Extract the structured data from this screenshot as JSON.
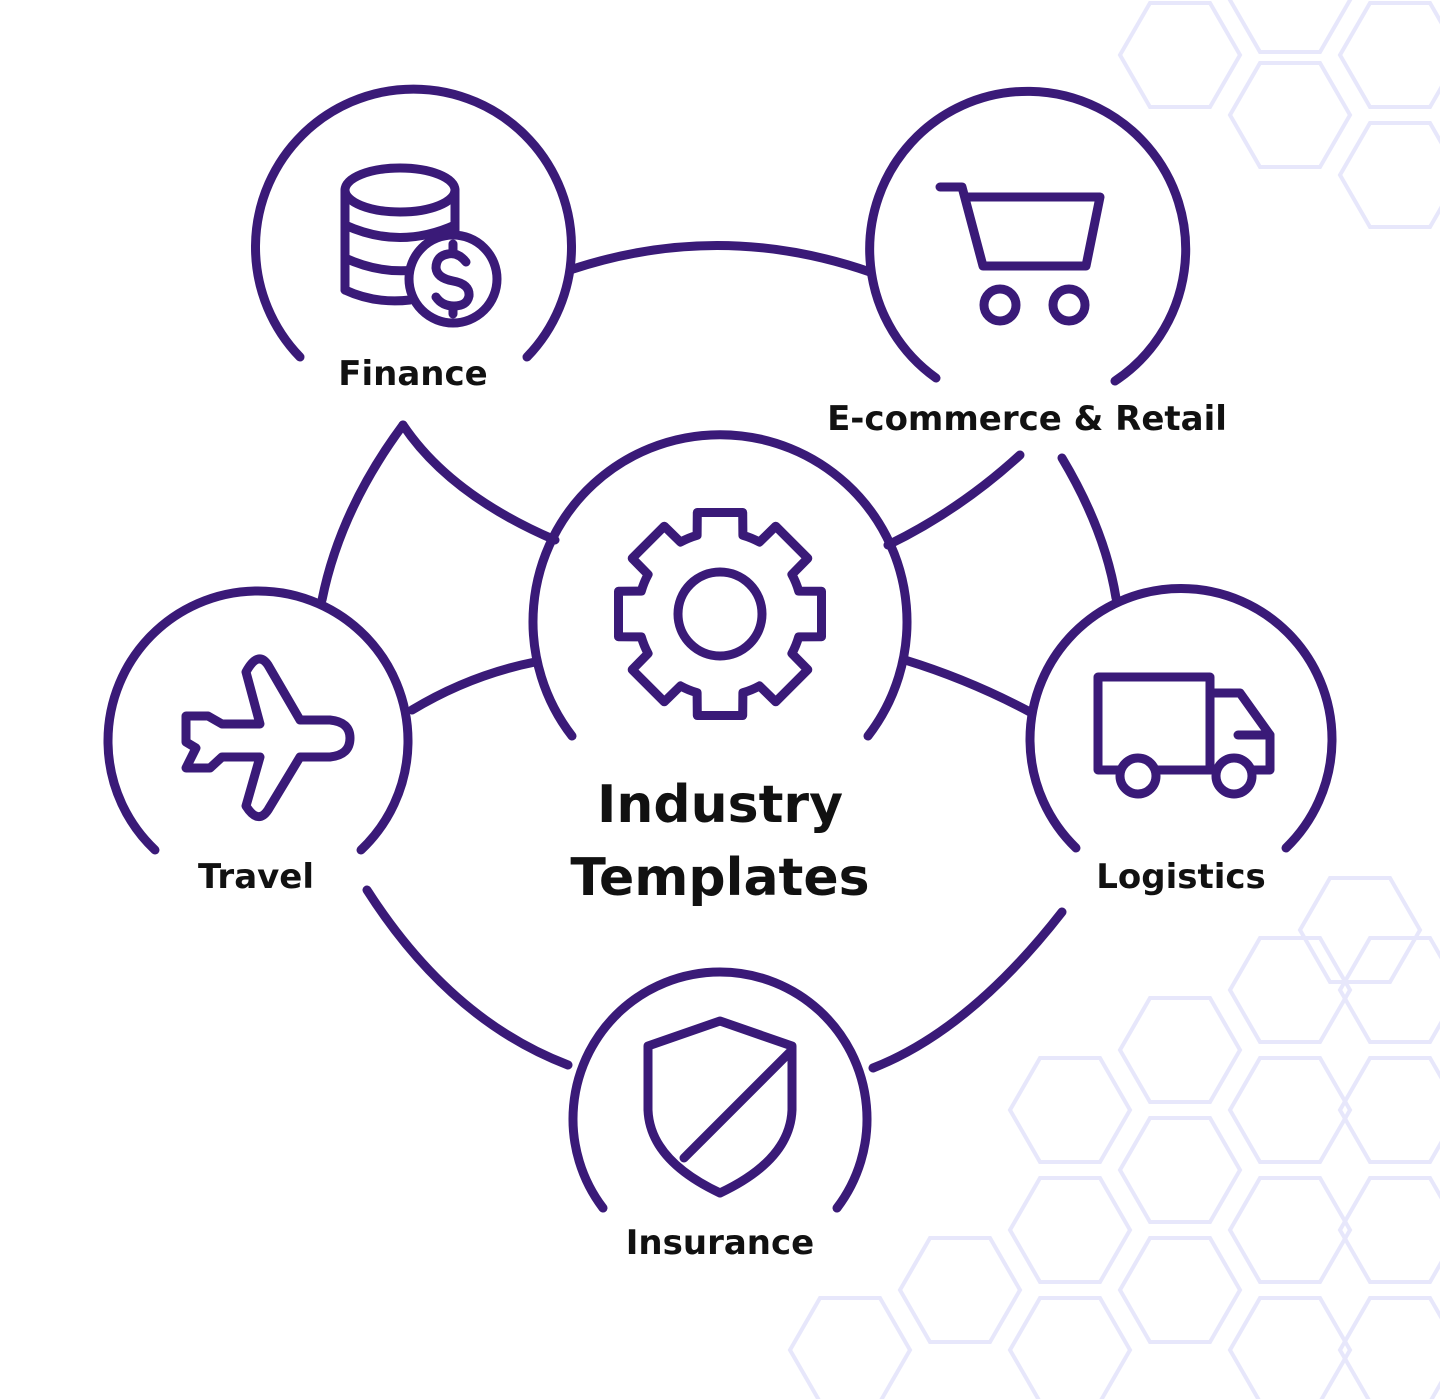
{
  "center": {
    "line1": "Industry",
    "line2": "Templates",
    "icon": "gear-icon"
  },
  "nodes": [
    {
      "id": "finance",
      "label": "Finance",
      "icon": "coins-dollar-icon"
    },
    {
      "id": "ecommerce",
      "label": "E-commerce & Retail",
      "icon": "shopping-cart-icon"
    },
    {
      "id": "travel",
      "label": "Travel",
      "icon": "airplane-icon"
    },
    {
      "id": "logistics",
      "label": "Logistics",
      "icon": "delivery-truck-icon"
    },
    {
      "id": "insurance",
      "label": "Insurance",
      "icon": "shield-icon"
    }
  ],
  "colors": {
    "stroke": "#3a1a78",
    "text": "#111111",
    "hex_pattern": "#e7e7fb"
  }
}
